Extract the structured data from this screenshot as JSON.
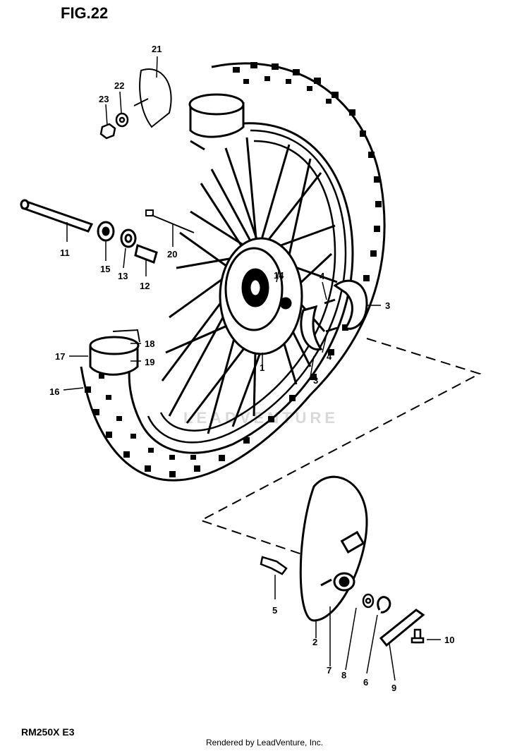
{
  "figure_title": "FIG.22",
  "model_code": "RM250X  E3",
  "footer": "Rendered by LeadVenture, Inc.",
  "watermark": "LEADVENTURE",
  "part_callouts": [
    "1",
    "2",
    "3",
    "3",
    "4",
    "4",
    "5",
    "6",
    "7",
    "8",
    "9",
    "10",
    "11",
    "12",
    "13",
    "15",
    "14",
    "16",
    "17",
    "18",
    "19",
    "20",
    "21",
    "22",
    "23"
  ]
}
